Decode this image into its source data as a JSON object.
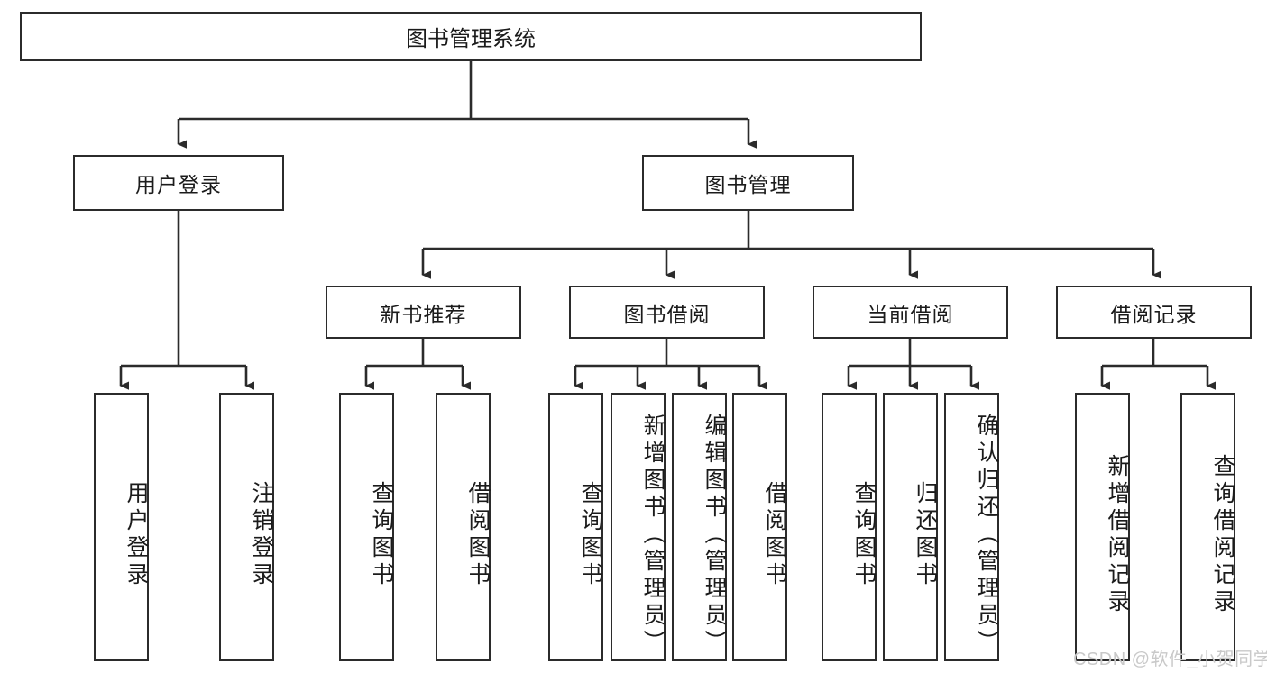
{
  "diagram": {
    "type": "tree-hierarchy-chart",
    "title": "图书管理系统",
    "colors": {
      "box_border": "#2b2b2b",
      "box_fill": "#ffffff",
      "connector": "#2b2b2b",
      "text": "#1b1b1b",
      "watermark": "#c9c9c9",
      "background": "#ffffff"
    },
    "levels": {
      "root": {
        "label": "图书管理系统"
      },
      "level2": [
        {
          "label": "用户登录"
        },
        {
          "label": "图书管理"
        }
      ],
      "level3": [
        {
          "label": "新书推荐"
        },
        {
          "label": "图书借阅"
        },
        {
          "label": "当前借阅"
        },
        {
          "label": "借阅记录"
        }
      ],
      "level4": [
        {
          "label": "用户登录",
          "parent": "用户登录"
        },
        {
          "label": "注销登录",
          "parent": "用户登录"
        },
        {
          "label": "查询图书",
          "parent": "新书推荐"
        },
        {
          "label": "借阅图书",
          "parent": "新书推荐"
        },
        {
          "label": "查询图书",
          "parent": "图书借阅"
        },
        {
          "label": "新增图书（管理员）",
          "parent": "图书借阅"
        },
        {
          "label": "编辑图书（管理员）",
          "parent": "图书借阅"
        },
        {
          "label": "借阅图书",
          "parent": "图书借阅"
        },
        {
          "label": "查询图书",
          "parent": "当前借阅"
        },
        {
          "label": "归还图书",
          "parent": "当前借阅"
        },
        {
          "label": "确认归还（管理员）",
          "parent": "当前借阅"
        },
        {
          "label": "新增借阅记录",
          "parent": "借阅记录"
        },
        {
          "label": "查询借阅记录",
          "parent": "借阅记录"
        }
      ]
    },
    "watermark": "CSDN @软件_小贺同学"
  }
}
